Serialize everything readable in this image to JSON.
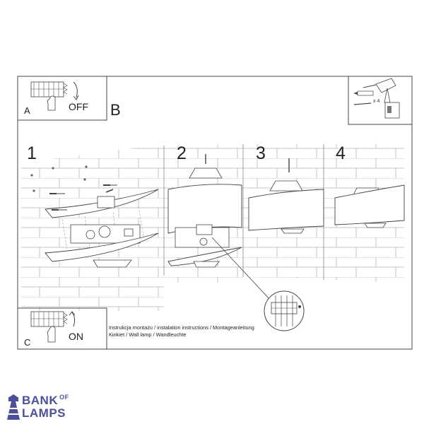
{
  "panel_a": {
    "letter": "A",
    "switch_state": "OFF"
  },
  "panel_b": {
    "letter": "B",
    "steps": [
      "1",
      "2",
      "3",
      "4"
    ]
  },
  "tools": {
    "quantity": "x 4"
  },
  "panel_c": {
    "letter": "C",
    "switch_state": "ON"
  },
  "caption": {
    "line1": "Instrukcja montażu / instalation instructions / Montageanleitung",
    "line2": "Kinkiet / Wall lamp / Wandleuchte"
  },
  "logo": {
    "word1": "BANK",
    "word2": "OF",
    "word3": "LAMPS"
  },
  "colors": {
    "line": "#444444",
    "logo": "#4c4f9a",
    "hatch": "#999999"
  }
}
